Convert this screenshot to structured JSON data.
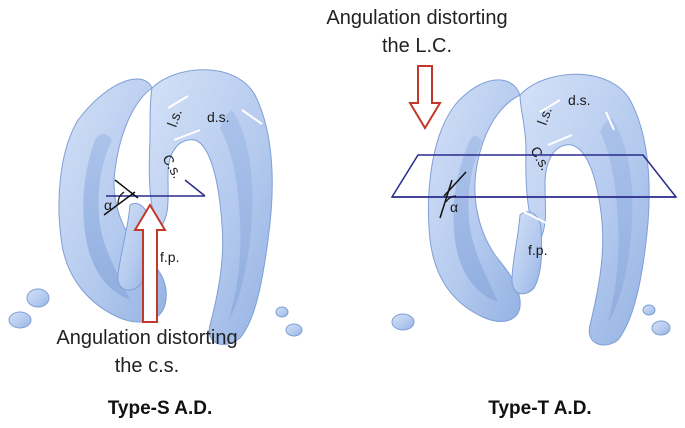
{
  "left": {
    "caption_line1": "Angulation distorting",
    "caption_line2": "the c.s.",
    "type_label": "Type-S A.D.",
    "labels": {
      "ds": "d.s.",
      "ls": "l.s.",
      "cs": "C.s.",
      "fp": "f.p.",
      "alpha": "α"
    }
  },
  "right": {
    "caption_line1": "Angulation distorting",
    "caption_line2": "the L.C.",
    "type_label": "Type-T A.D.",
    "labels": {
      "ds": "d.s.",
      "ls": "l.s.",
      "cs": "C.s.",
      "fp": "f.p.",
      "alpha": "α"
    }
  },
  "colors": {
    "body_fill": "#b8cdef",
    "body_edge": "#7f9fd6",
    "inner_fill": "#9bb8e6",
    "plane_line": "#2a2a8c",
    "arrow": "#c0392b"
  }
}
